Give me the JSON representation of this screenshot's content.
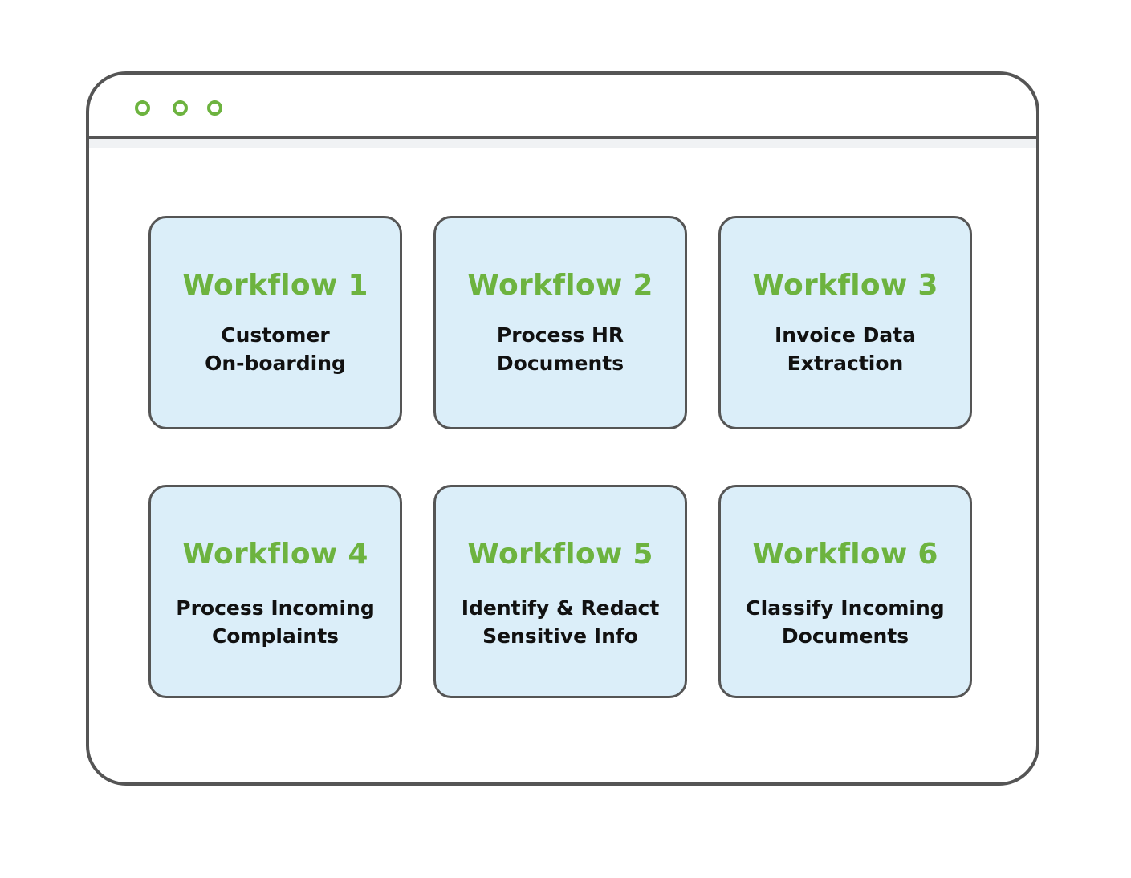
{
  "colors": {
    "border": "#555555",
    "accent_green": "#6db33f",
    "card_fill": "#dbeef9",
    "text_dark": "#111111"
  },
  "window": {
    "controls": [
      "window-dot-icon",
      "window-dot-icon",
      "window-dot-icon"
    ]
  },
  "workflows": [
    {
      "title": "Workflow 1",
      "line1": "Customer",
      "line2": "On-boarding"
    },
    {
      "title": "Workflow 2",
      "line1": "Process HR",
      "line2": "Documents"
    },
    {
      "title": "Workflow 3",
      "line1": "Invoice Data",
      "line2": "Extraction"
    },
    {
      "title": "Workflow 4",
      "line1": "Process Incoming",
      "line2": "Complaints"
    },
    {
      "title": "Workflow 5",
      "line1": "Identify & Redact",
      "line2": "Sensitive Info"
    },
    {
      "title": "Workflow 6",
      "line1": "Classify Incoming",
      "line2": "Documents"
    }
  ]
}
